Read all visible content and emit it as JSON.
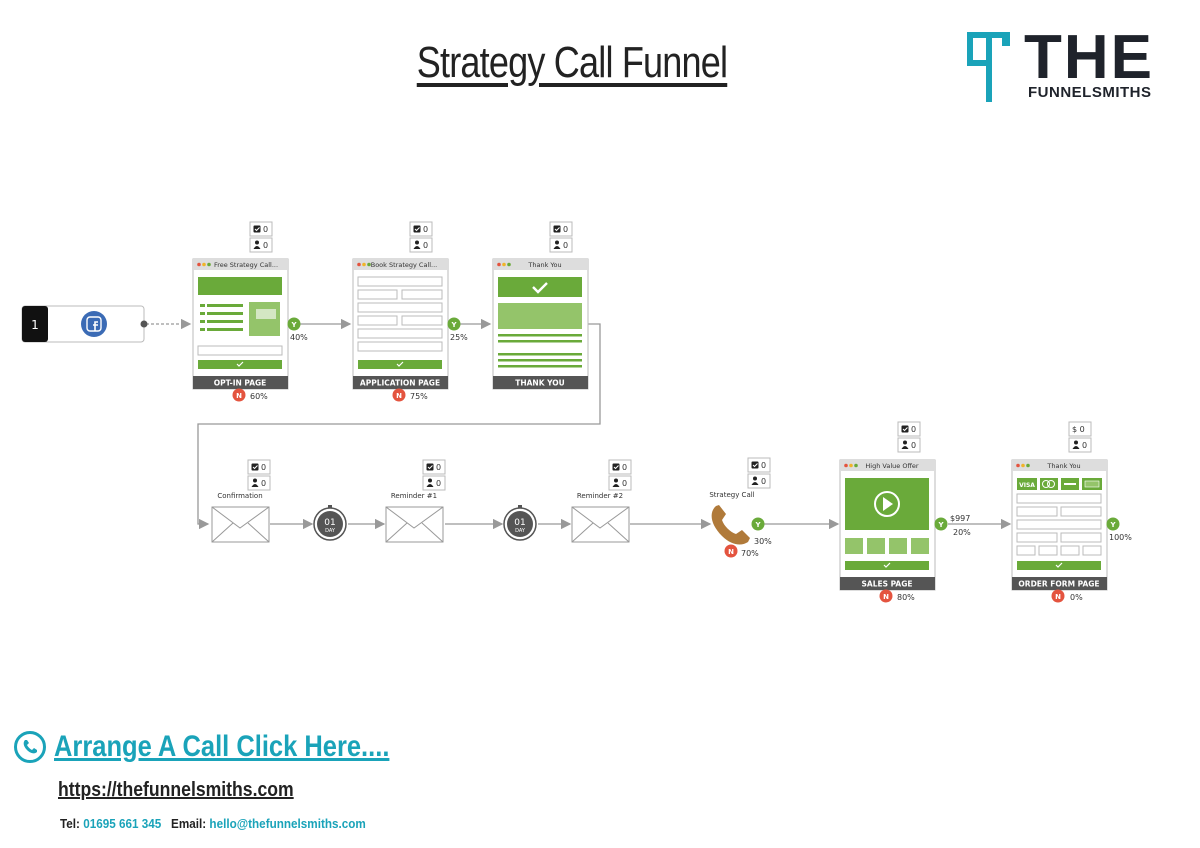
{
  "title": "Strategy Call Funnel",
  "logo": {
    "main": "THE",
    "sub": "FUNNELSMITHS"
  },
  "colors": {
    "green": "#6aaa3a",
    "green_light": "#94c46a",
    "red": "#e4543f",
    "dark": "#555555",
    "teal": "#1aa3b9",
    "phone": "#b07a3a"
  },
  "source": {
    "number": "1",
    "icon": "facebook-icon"
  },
  "pages": [
    {
      "id": "optin",
      "window_title": "Free Strategy Call...",
      "footer": "OPT-IN PAGE",
      "checks": "0",
      "people": "0",
      "yes_pct": "40%",
      "no_pct": "60%"
    },
    {
      "id": "application",
      "window_title": "Book Strategy Call...",
      "footer": "APPLICATION PAGE",
      "checks": "0",
      "people": "0",
      "yes_pct": "25%",
      "no_pct": "75%"
    },
    {
      "id": "thankyou1",
      "window_title": "Thank You",
      "footer": "THANK YOU",
      "checks": "0",
      "people": "0"
    },
    {
      "id": "sales",
      "window_title": "High Value Offer",
      "footer": "SALES PAGE",
      "checks": "0",
      "people": "0",
      "yes_pct": "20%",
      "no_pct": "80%",
      "price": "$997"
    },
    {
      "id": "order",
      "window_title": "Thank You",
      "footer": "ORDER FORM PAGE",
      "dollars": "$ 0",
      "people": "0",
      "yes_pct": "100%",
      "no_pct": "0%"
    }
  ],
  "emails": [
    {
      "label": "Confirmation",
      "checks": "0",
      "people": "0"
    },
    {
      "label": "Reminder #1",
      "checks": "0",
      "people": "0"
    },
    {
      "label": "Reminder #2",
      "checks": "0",
      "people": "0"
    }
  ],
  "timers": [
    {
      "value": "01",
      "unit": "DAY"
    },
    {
      "value": "01",
      "unit": "DAY"
    }
  ],
  "call": {
    "label": "Strategy Call",
    "checks": "0",
    "people": "0",
    "yes_pct": "30%",
    "no_pct": "70%"
  },
  "badges": {
    "yes": "Y",
    "no": "N"
  },
  "cards": [
    "VISA",
    "MC",
    "AMEX",
    "CARD"
  ],
  "cta": {
    "text": "Arrange A Call Click Here....",
    "url": "https://thefunnelsmiths.com"
  },
  "contact": {
    "tel_label": "Tel:",
    "tel": "01695 661 345",
    "email_label": "Email:",
    "email": "hello@thefunnelsmiths.com"
  }
}
